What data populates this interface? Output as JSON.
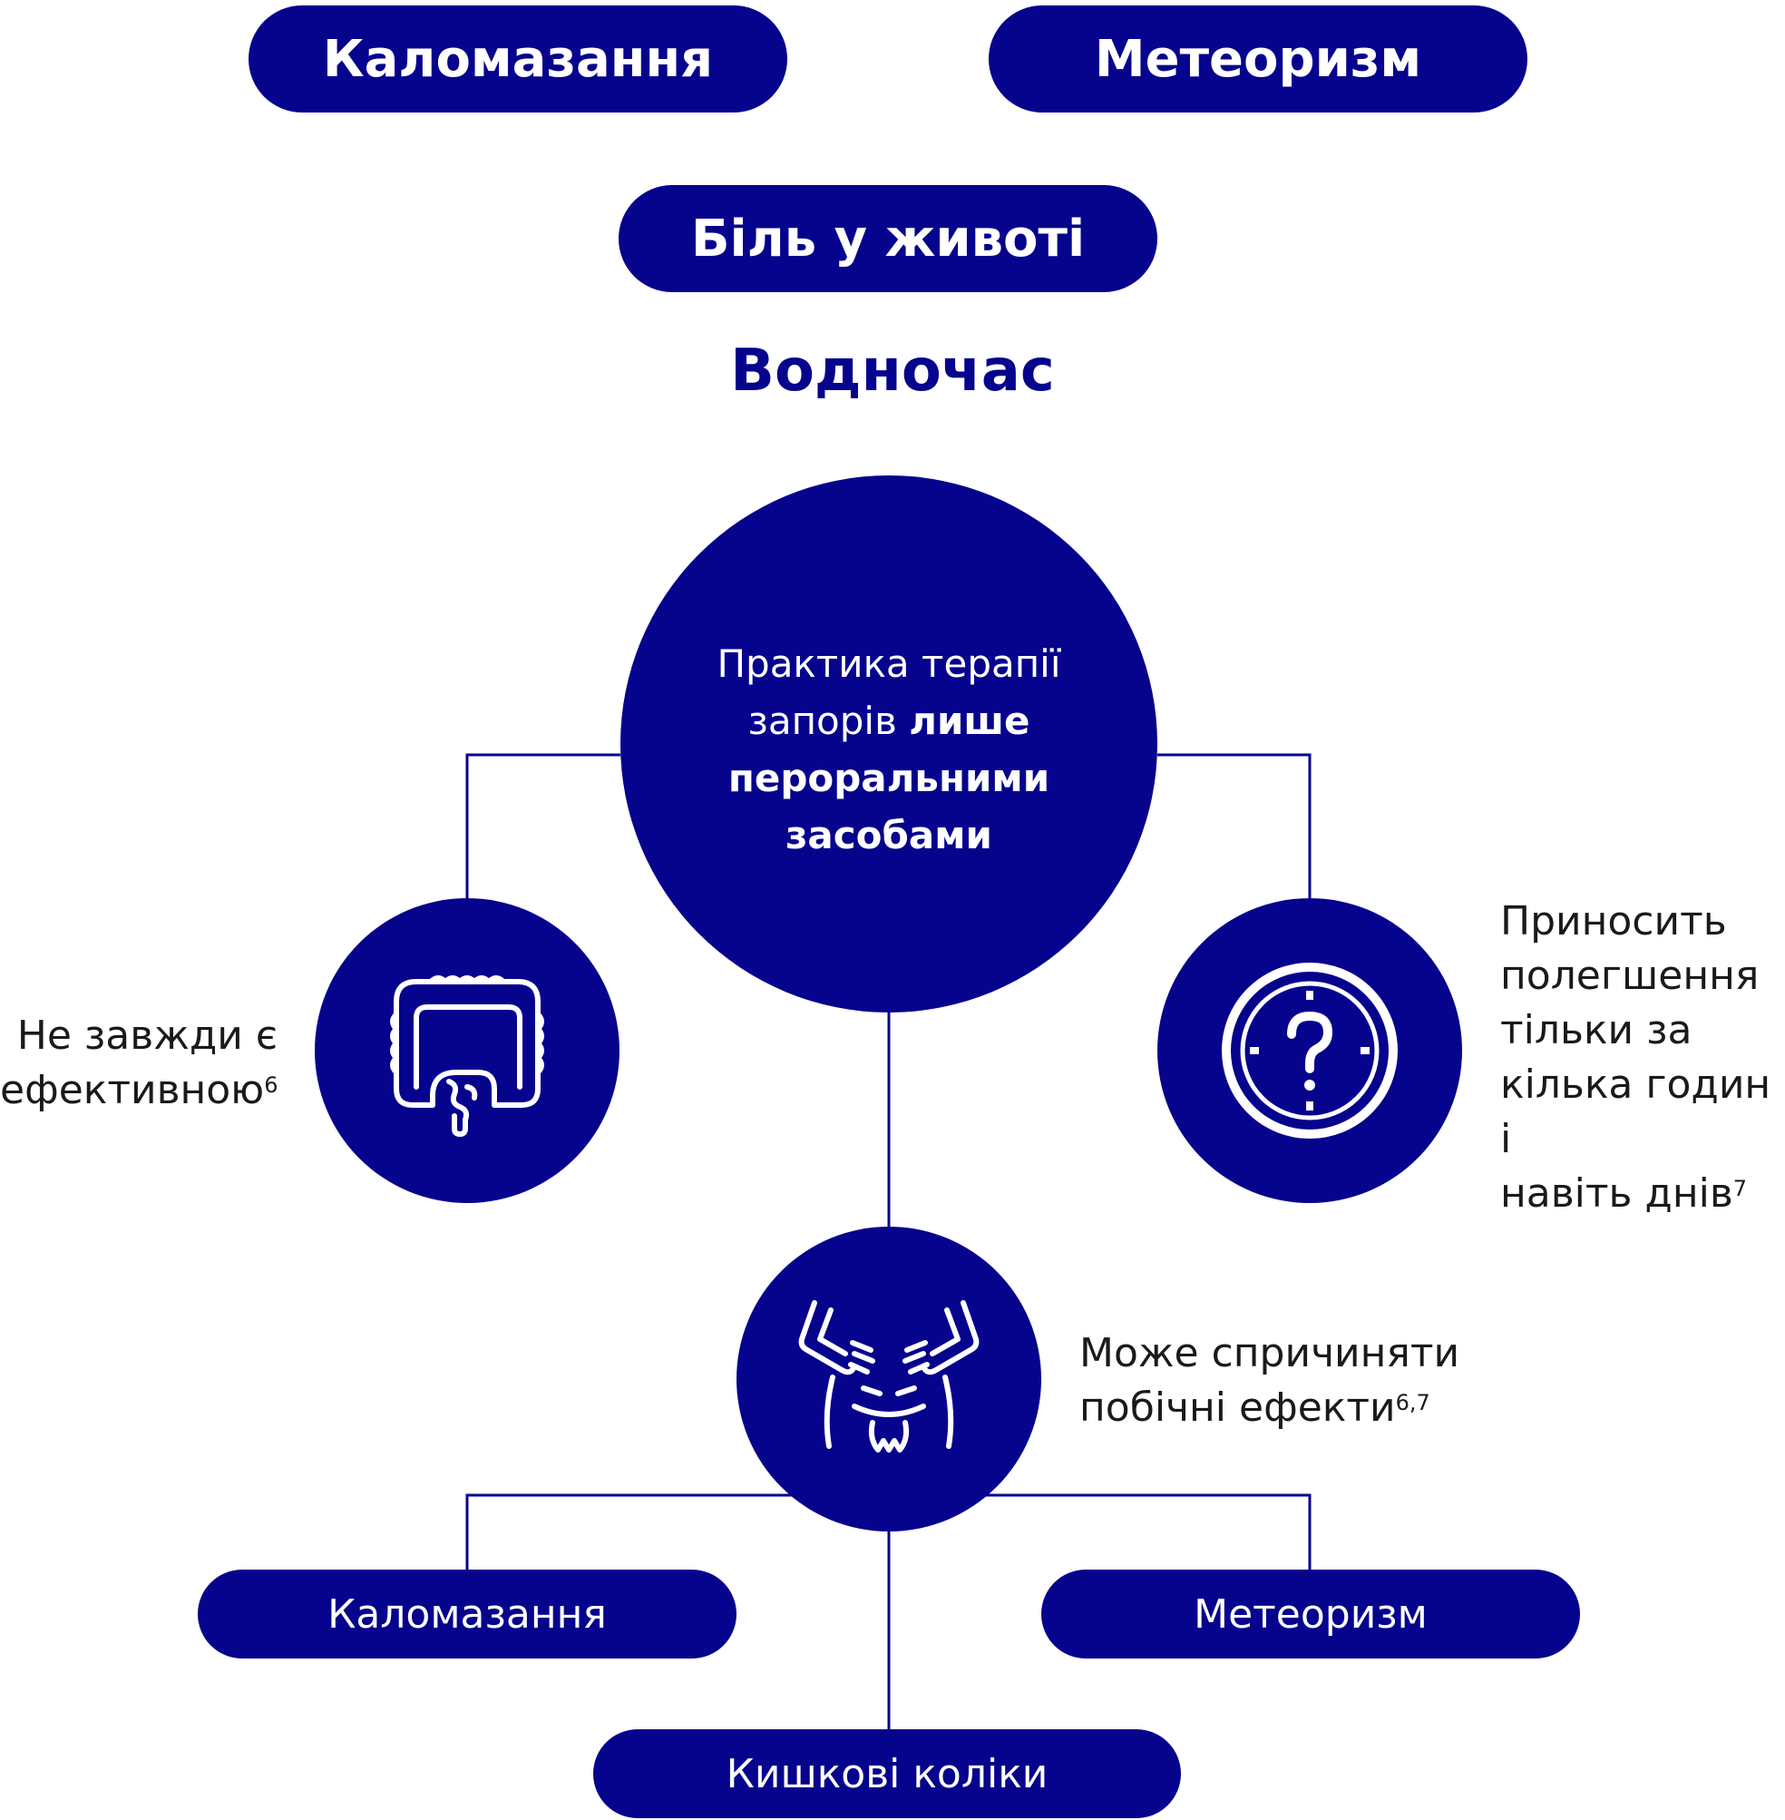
{
  "top_pills": [
    "Каломазання",
    "Метеоризм",
    "Біль у животі"
  ],
  "heading": "Водночас",
  "center": {
    "line1": "Практика терапії",
    "line2_normal": "запорів",
    "line2_bold": "лише",
    "line3_bold": "пероральними",
    "line4_bold": "засобами"
  },
  "left_label": {
    "line1": "Не завжди є",
    "line2": "ефективною",
    "sup": "6"
  },
  "right_label": {
    "line1": "Приносить",
    "line2": "полегшення",
    "line3": "тільки за",
    "line4": "кілька годин і",
    "line5": "навіть днів",
    "sup": "7"
  },
  "bottom_label": {
    "line1": "Може спричиняти",
    "line2": "побічні ефекти",
    "sup": "6,7"
  },
  "bottom_pills": [
    "Каломазання",
    "Метеоризм",
    "Кишкові коліки"
  ],
  "icons": {
    "left": "intestine-icon",
    "right": "clock-question-icon",
    "bottom": "abdominal-pain-icon"
  },
  "colors": {
    "primary": "#06038d",
    "text": "#1a1a1a",
    "background": "#ffffff"
  }
}
